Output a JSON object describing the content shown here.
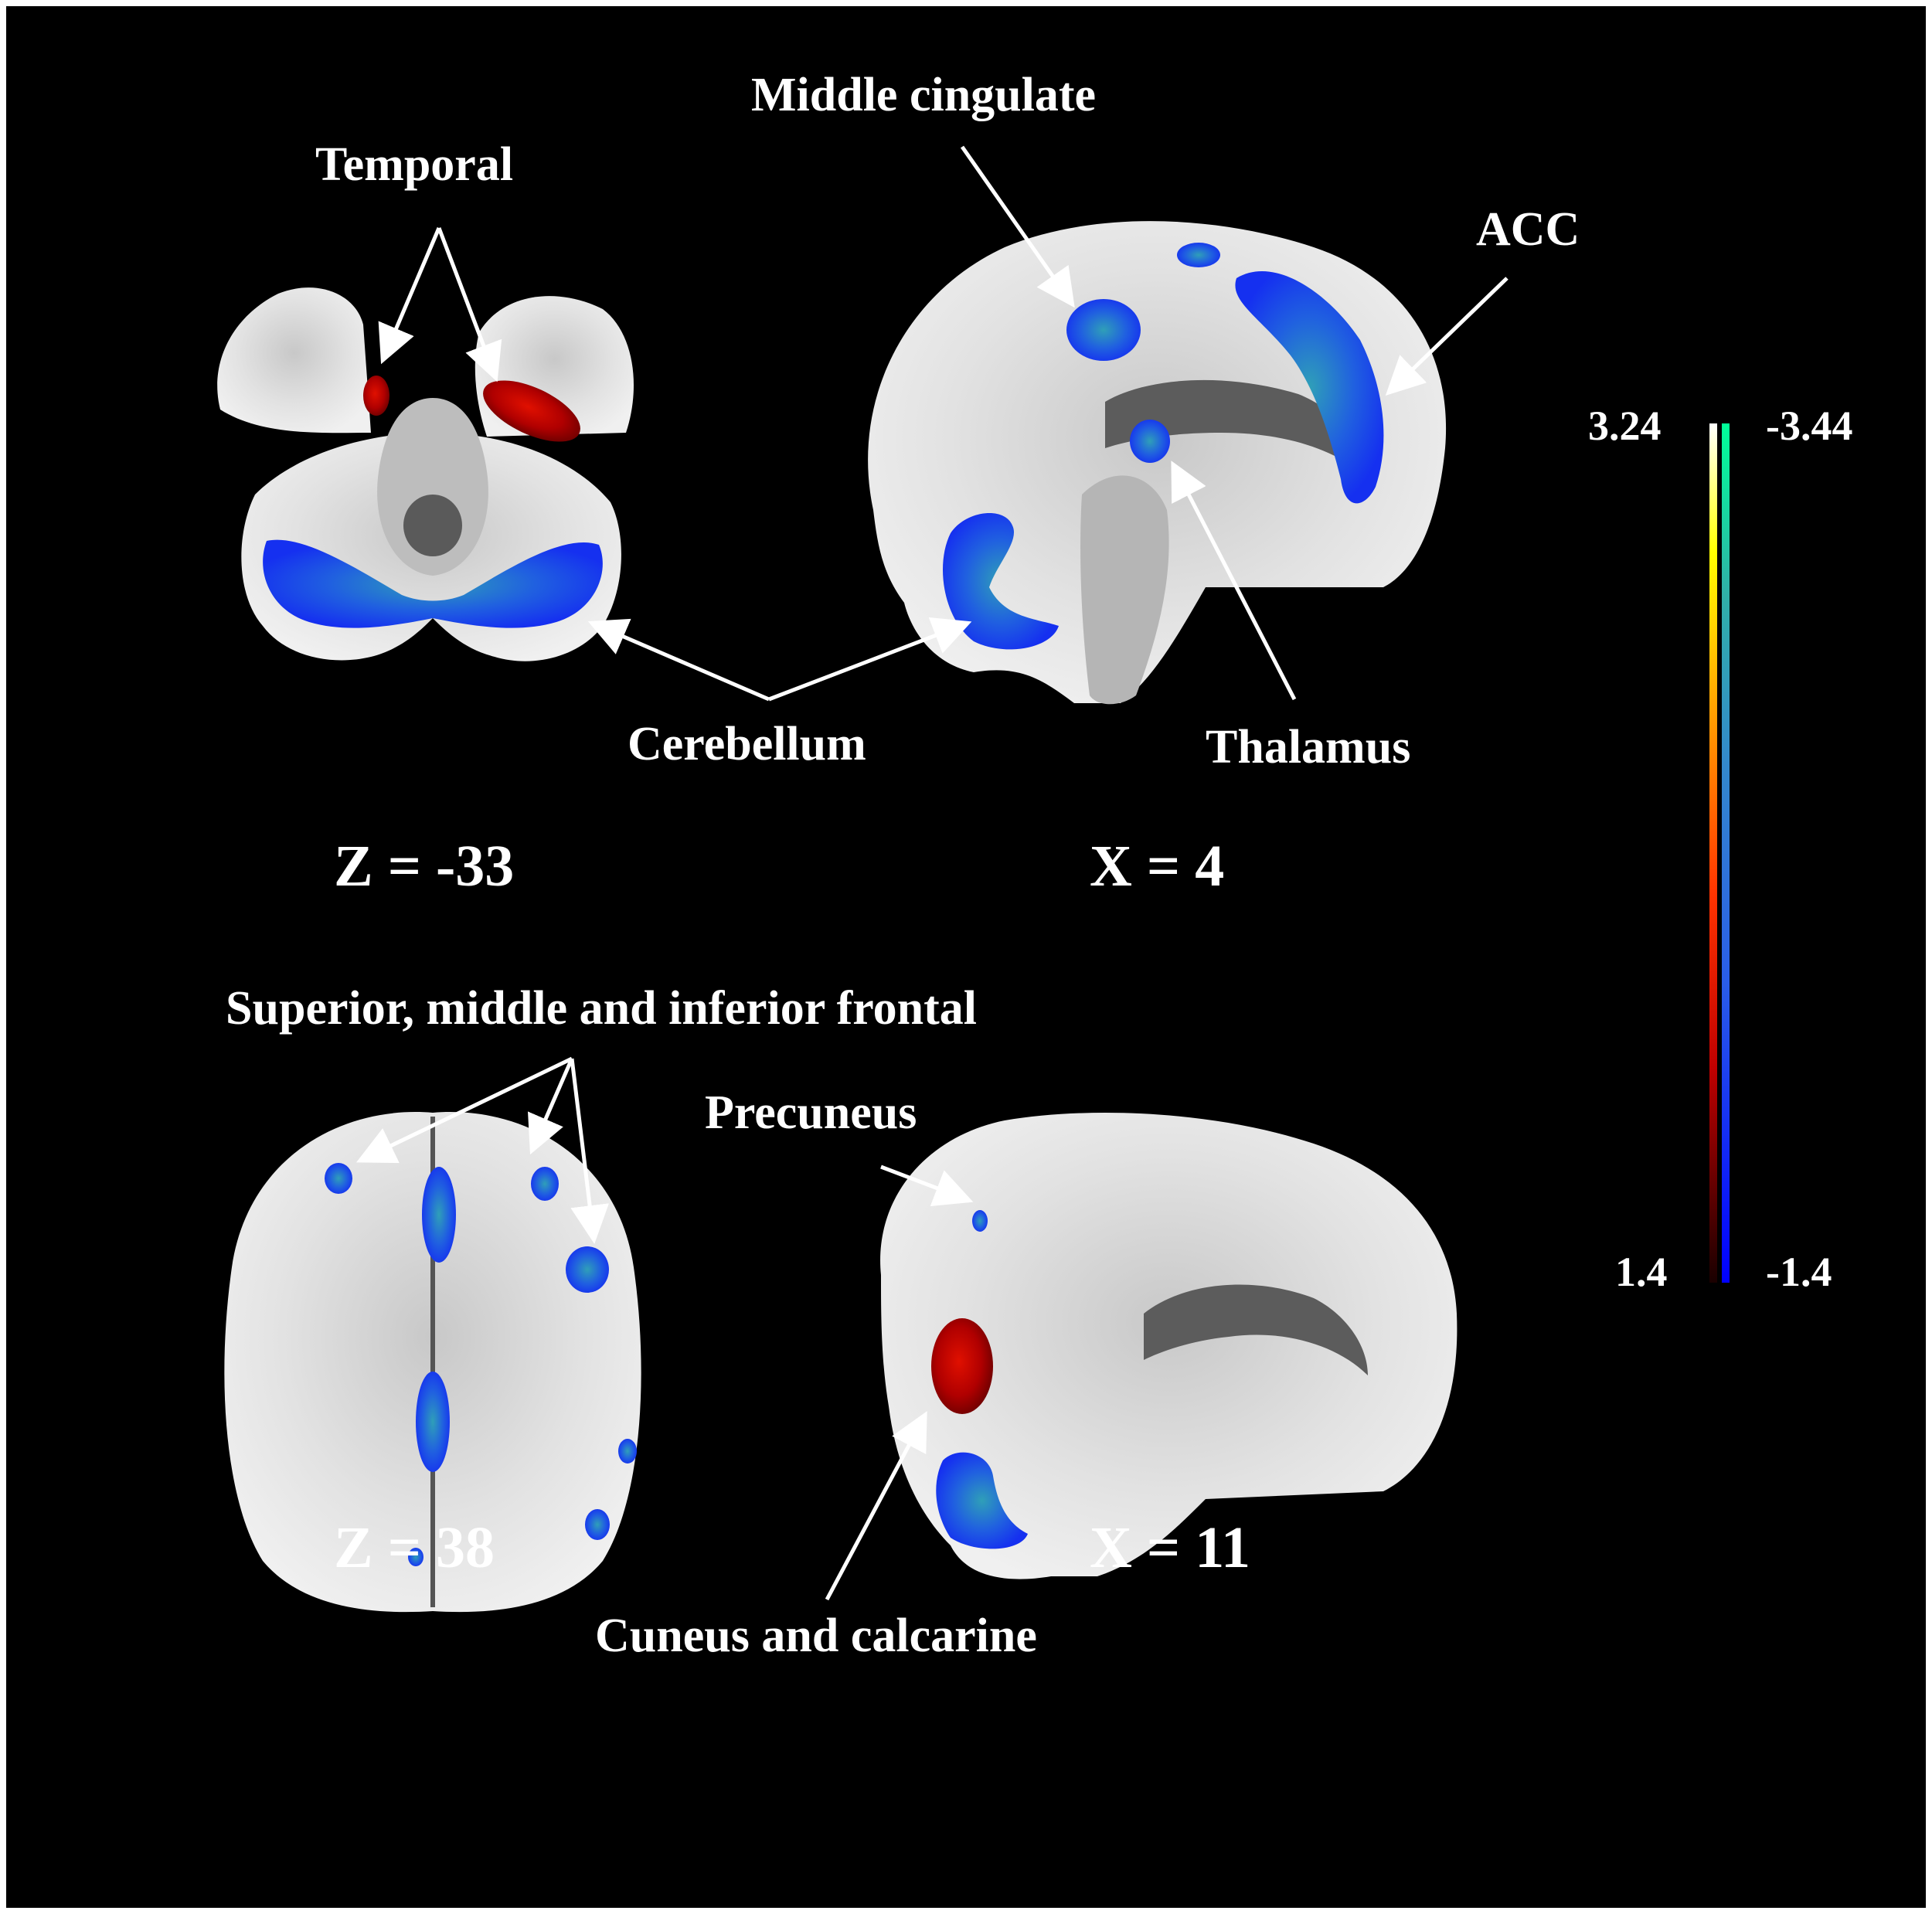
{
  "labels": {
    "temporal": "Temporal",
    "middle_cingulate": "Middle cingulate",
    "acc": "ACC",
    "cerebellum": "Cerebellum",
    "thalamus": "Thalamus",
    "frontal": "Superior, middle and inferior frontal",
    "precuneus": "Precuneus",
    "cuneus_calcarine": "Cuneus and calcarine"
  },
  "slices": {
    "top_left": "Z = -33",
    "top_right": "X = 4",
    "bottom_left": "Z = 38",
    "bottom_right": "X = 11"
  },
  "colorbars": {
    "positive": {
      "max_label": "3.24",
      "min_label": "1.4",
      "max": 3.24,
      "min": 1.4,
      "colors": [
        "#3a0000",
        "#c00000",
        "#ff3300",
        "#ff9900",
        "#ffff00",
        "#ffffff"
      ]
    },
    "negative": {
      "max_label": "-3.44",
      "min_label": "-1.4",
      "max": -3.44,
      "min": -1.4,
      "colors": [
        "#0000ff",
        "#2255ee",
        "#3388cc",
        "#33aaaa",
        "#22dd99",
        "#00ff99"
      ]
    }
  },
  "colors": {
    "background": "#000000",
    "positive_blob": "#c40000",
    "negative_blob": "#1f45e6",
    "brain": "#d8d8d8",
    "arrow": "#ffffff"
  }
}
